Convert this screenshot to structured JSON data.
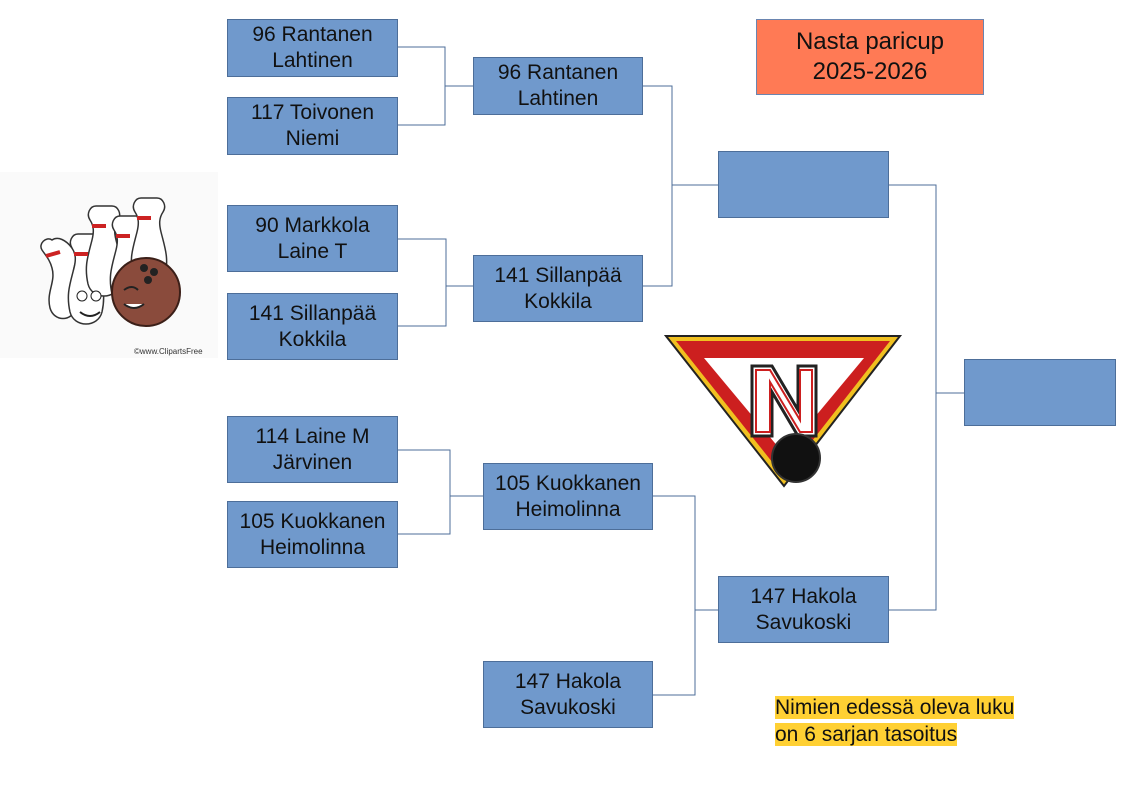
{
  "title": {
    "line1": "Nasta paricup",
    "line2": "2025-2026"
  },
  "bracket": {
    "round1": [
      {
        "line1": "96 Rantanen",
        "line2": "Lahtinen"
      },
      {
        "line1": "117 Toivonen",
        "line2": "Niemi"
      },
      {
        "line1": "90 Markkola",
        "line2": "Laine T"
      },
      {
        "line1": "141 Sillanpää",
        "line2": "Kokkila"
      },
      {
        "line1": "114 Laine M",
        "line2": "Järvinen"
      },
      {
        "line1": "105 Kuokkanen",
        "line2": "Heimolinna"
      }
    ],
    "round2": [
      {
        "line1": "96 Rantanen",
        "line2": "Lahtinen"
      },
      {
        "line1": "141 Sillanpää",
        "line2": "Kokkila"
      },
      {
        "line1": "105 Kuokkanen",
        "line2": "Heimolinna"
      },
      {
        "line1": "147 Hakola",
        "line2": "Savukoski"
      }
    ],
    "semifinal": [
      {
        "line1": "",
        "line2": ""
      },
      {
        "line1": "147 Hakola",
        "line2": "Savukoski"
      }
    ],
    "final": {
      "line1": "",
      "line2": ""
    }
  },
  "note": {
    "line1": "Nimien edessä oleva luku",
    "line2": "on 6 sarjan tasoitus"
  },
  "clipart": {
    "credit": "©www.ClipartsFree"
  },
  "colors": {
    "box": "#7099cc",
    "title": "#ff7a55",
    "note": "#ffd033",
    "line": "#4d6e99"
  }
}
